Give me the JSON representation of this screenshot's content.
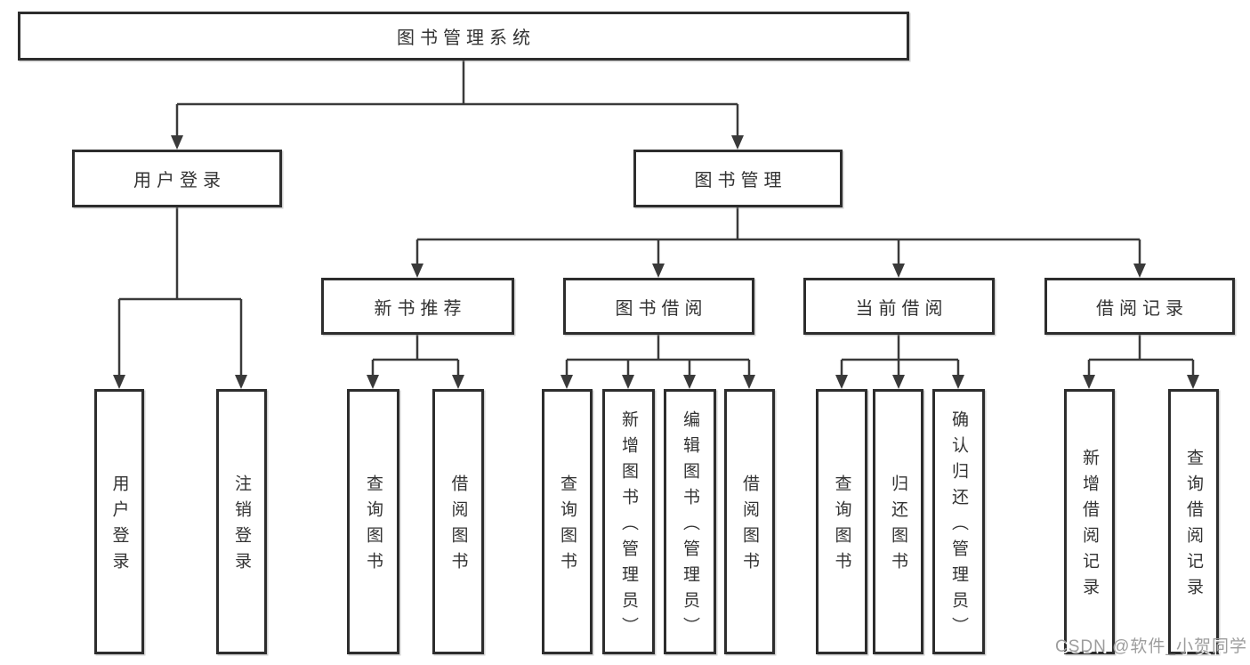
{
  "tree": {
    "label": "图书管理系统",
    "children": [
      {
        "label": "用户登录",
        "children": [
          {
            "label": "用户登录"
          },
          {
            "label": "注销登录"
          }
        ]
      },
      {
        "label": "图书管理",
        "children": [
          {
            "label": "新书推荐",
            "children": [
              {
                "label": "查询图书"
              },
              {
                "label": "借阅图书"
              }
            ]
          },
          {
            "label": "图书借阅",
            "children": [
              {
                "label": "查询图书"
              },
              {
                "label": "新增图书（管理员）"
              },
              {
                "label": "编辑图书（管理员）"
              },
              {
                "label": "借阅图书"
              }
            ]
          },
          {
            "label": "当前借阅",
            "children": [
              {
                "label": "查询图书"
              },
              {
                "label": "归还图书"
              },
              {
                "label": "确认归还（管理员）"
              }
            ]
          },
          {
            "label": "借阅记录",
            "children": [
              {
                "label": "新增借阅记录"
              },
              {
                "label": "查询借阅记录"
              }
            ]
          }
        ]
      }
    ]
  },
  "watermark": {
    "text": "CSDN @软件_小贺同学"
  },
  "colors": {
    "line": "#3a3a3a",
    "box_border": "#2d2d2d",
    "text": "#333333",
    "watermark": "#9d9d9d",
    "background": "#ffffff"
  }
}
